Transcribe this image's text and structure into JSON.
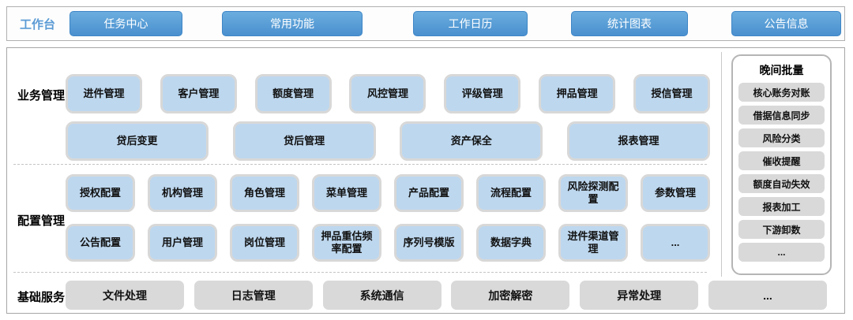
{
  "workbench": {
    "label": "工作台",
    "buttons": [
      "任务中心",
      "常用功能",
      "工作日历",
      "统计图表",
      "公告信息"
    ]
  },
  "sections": {
    "business": {
      "label": "业务管理",
      "row1": [
        "进件管理",
        "客户管理",
        "额度管理",
        "风控管理",
        "评级管理",
        "押品管理",
        "授信管理"
      ],
      "row2": [
        "贷后变更",
        "贷后管理",
        "资产保全",
        "报表管理"
      ]
    },
    "config": {
      "label": "配置管理",
      "row1": [
        "授权配置",
        "机构管理",
        "角色管理",
        "菜单管理",
        "产品配置",
        "流程配置",
        "风险探测配置",
        "参数管理"
      ],
      "row2": [
        "公告配置",
        "用户管理",
        "岗位管理",
        "押品重估频率配置",
        "序列号模版",
        "数据字典",
        "进件渠道管理",
        "..."
      ]
    },
    "base": {
      "label": "基础服务",
      "items": [
        "文件处理",
        "日志管理",
        "系统通信",
        "加密解密",
        "异常处理",
        "..."
      ]
    },
    "night_batch": {
      "title": "晚间批量",
      "items": [
        "核心账务对账",
        "借据信息同步",
        "风险分类",
        "催收提醒",
        "额度自动失效",
        "报表加工",
        "下游卸数",
        "..."
      ]
    }
  },
  "colors": {
    "accent_blue": "#4a90cf",
    "module_blue_fill": "#bdd7ee",
    "module_border_gray": "#d8d8d8",
    "gray_fill": "#d9d9d9",
    "panel_border": "#a6a6a6",
    "label_blue": "#5b9bd5"
  }
}
